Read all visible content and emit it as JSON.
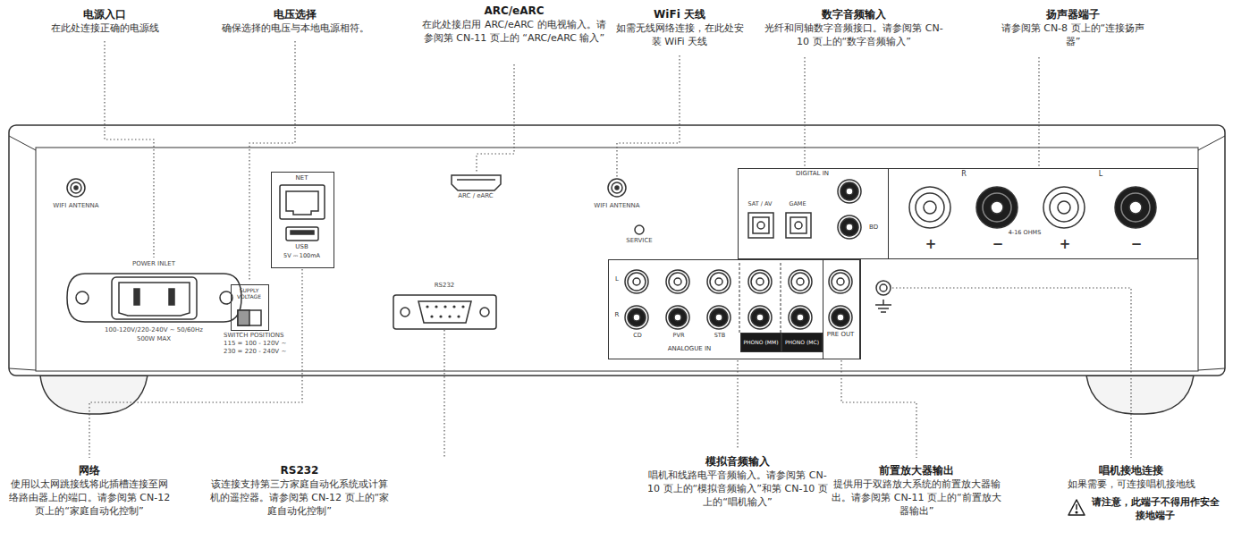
{
  "diagram": {
    "nodes": [
      {
        "text": [
          "SUPPLY VOLTAGE"
        ]
      },
      {
        "text": [
          "NET",
          "USB",
          "5V ⎓ 100mA"
        ]
      },
      {
        "text": [
          "DIGITAL IN",
          "SAT / AV",
          "GAME",
          "BD"
        ]
      },
      {
        "text": [
          "R",
          "L",
          "4-16 OHMS",
          "+",
          "−",
          "+",
          "−"
        ]
      },
      {
        "text": [
          "L",
          "R",
          "CD",
          "PVR",
          "STB",
          "ANALOGUE IN"
        ]
      },
      {
        "text": [
          "PHONO (MM)"
        ],
        "in": 4
      },
      {
        "text": [
          "PHONO (MC)"
        ],
        "in": 4
      },
      {
        "text": [
          "PRE OUT"
        ],
        "in": 4
      }
    ],
    "labels": [
      "电源入口",
      "在此处连接正确的电源线",
      "电压选择",
      "确保选择的电压与本地电源相符。",
      "ARC/eARC",
      "在此处接启用 ARC/eARC 的电视输入。请参阅第 CN-11 页上的 “ARC/eARC 输入”",
      "WiFi 天线",
      "如需无线网络连接，在此处安装 WiFi 天线",
      "数字音频输入",
      "光纤和同轴数字音频接口。请参阅第 CN-10 页上的“数字音频输入”",
      "扬声器端子",
      "请参阅第 CN-8 页上的“连接扬声器”",
      "网络",
      "使用以太网跳接线将此插槽连接至网络路由器上的端口。请参阅第 CN-12 页上的“家庭自动化控制”",
      "RS232",
      "该连接支持第三方家庭自动化系统或计算机的遥控器。请参阅第 CN-12 页上的“家庭自动化控制”",
      "模拟音频输入",
      "唱机和线路电平音频输入。请参阅第 CN-10 页上的“模拟音频输入”和第 CN-10 页上的“唱机输入”",
      "前置放大器输出",
      "提供用于双路放大系统的前置放大器输出。请参阅第 CN-11 页上的“前置放大器输出”",
      "唱机接地连接",
      "如果需要，可连接唱机接地线",
      "请注意，此端子不得用作安全接地端子",
      "WIFI ANTENNA",
      "POWER INLET",
      "100-120V/220-240V ~ 50/60Hz",
      "500W MAX",
      "SWITCH POSITIONS",
      "115 = 100 - 120V ~",
      "230 = 220 - 240V ~",
      "ARC / eARC",
      "RS232",
      "WIFI ANTENNA",
      "SERVICE"
    ]
  }
}
